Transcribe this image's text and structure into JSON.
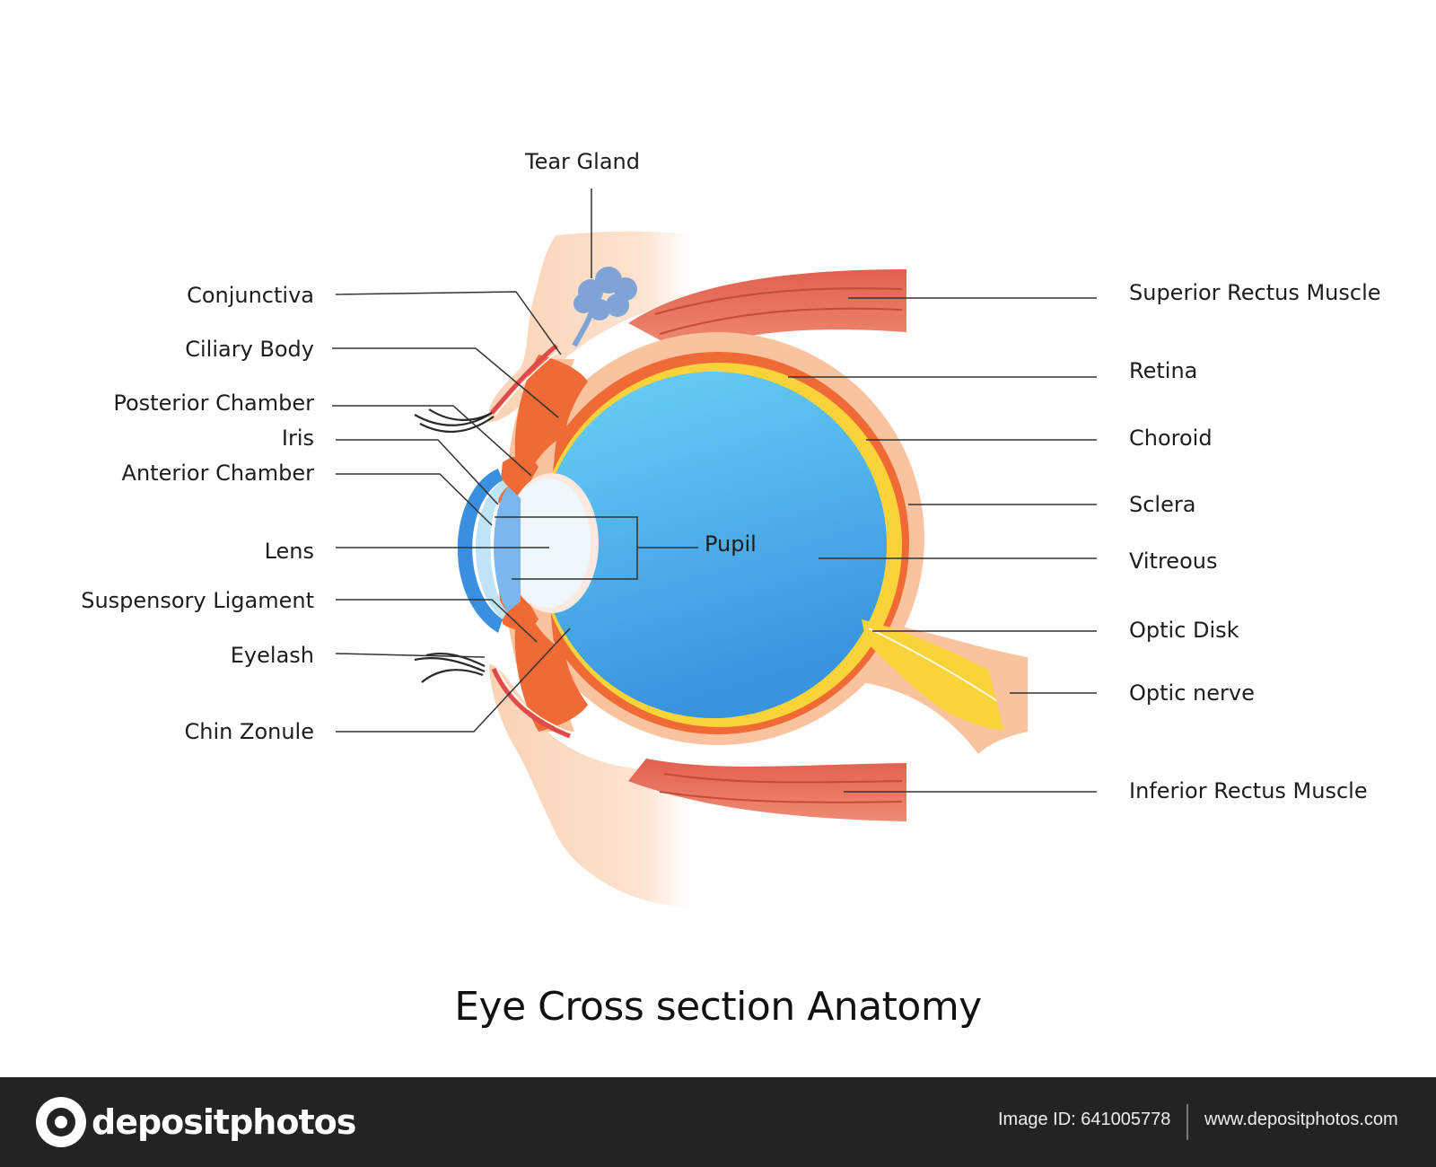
{
  "title": "Eye Cross section Anatomy",
  "labels": {
    "tear_gland": "Tear Gland",
    "conjunctiva": "Conjunctiva",
    "ciliary_body": "Ciliary Body",
    "posterior_chamber": "Posterior Chamber",
    "iris": "Iris",
    "anterior_chamber": "Anterior Chamber",
    "lens": "Lens",
    "suspensory_ligament": "Suspensory Ligament",
    "eyelash": "Eyelash",
    "chin_zonule": "Chin Zonule",
    "pupil": "Pupil",
    "superior_rectus": "Superior Rectus Muscle",
    "retina": "Retina",
    "choroid": "Choroid",
    "sclera": "Sclera",
    "vitreous": "Vitreous",
    "optic_disk": "Optic Disk",
    "optic_nerve": "Optic nerve",
    "inferior_rectus": "Inferior Rectus Muscle"
  },
  "footer": {
    "brand": "depositphotos",
    "image_id": "Image ID: 641005778",
    "url": "www.depositphotos.com"
  },
  "colors": {
    "vitreous_top": "#64ccf5",
    "vitreous_bottom": "#3a9ae0",
    "sclera": "#f9c3a0",
    "choroid": "#ef6a35",
    "retina": "#f9d33a",
    "muscle": "#e36c5a",
    "lens": "#eef7fb",
    "tear_gland": "#7ea3d6",
    "footer_bg": "#232323"
  }
}
